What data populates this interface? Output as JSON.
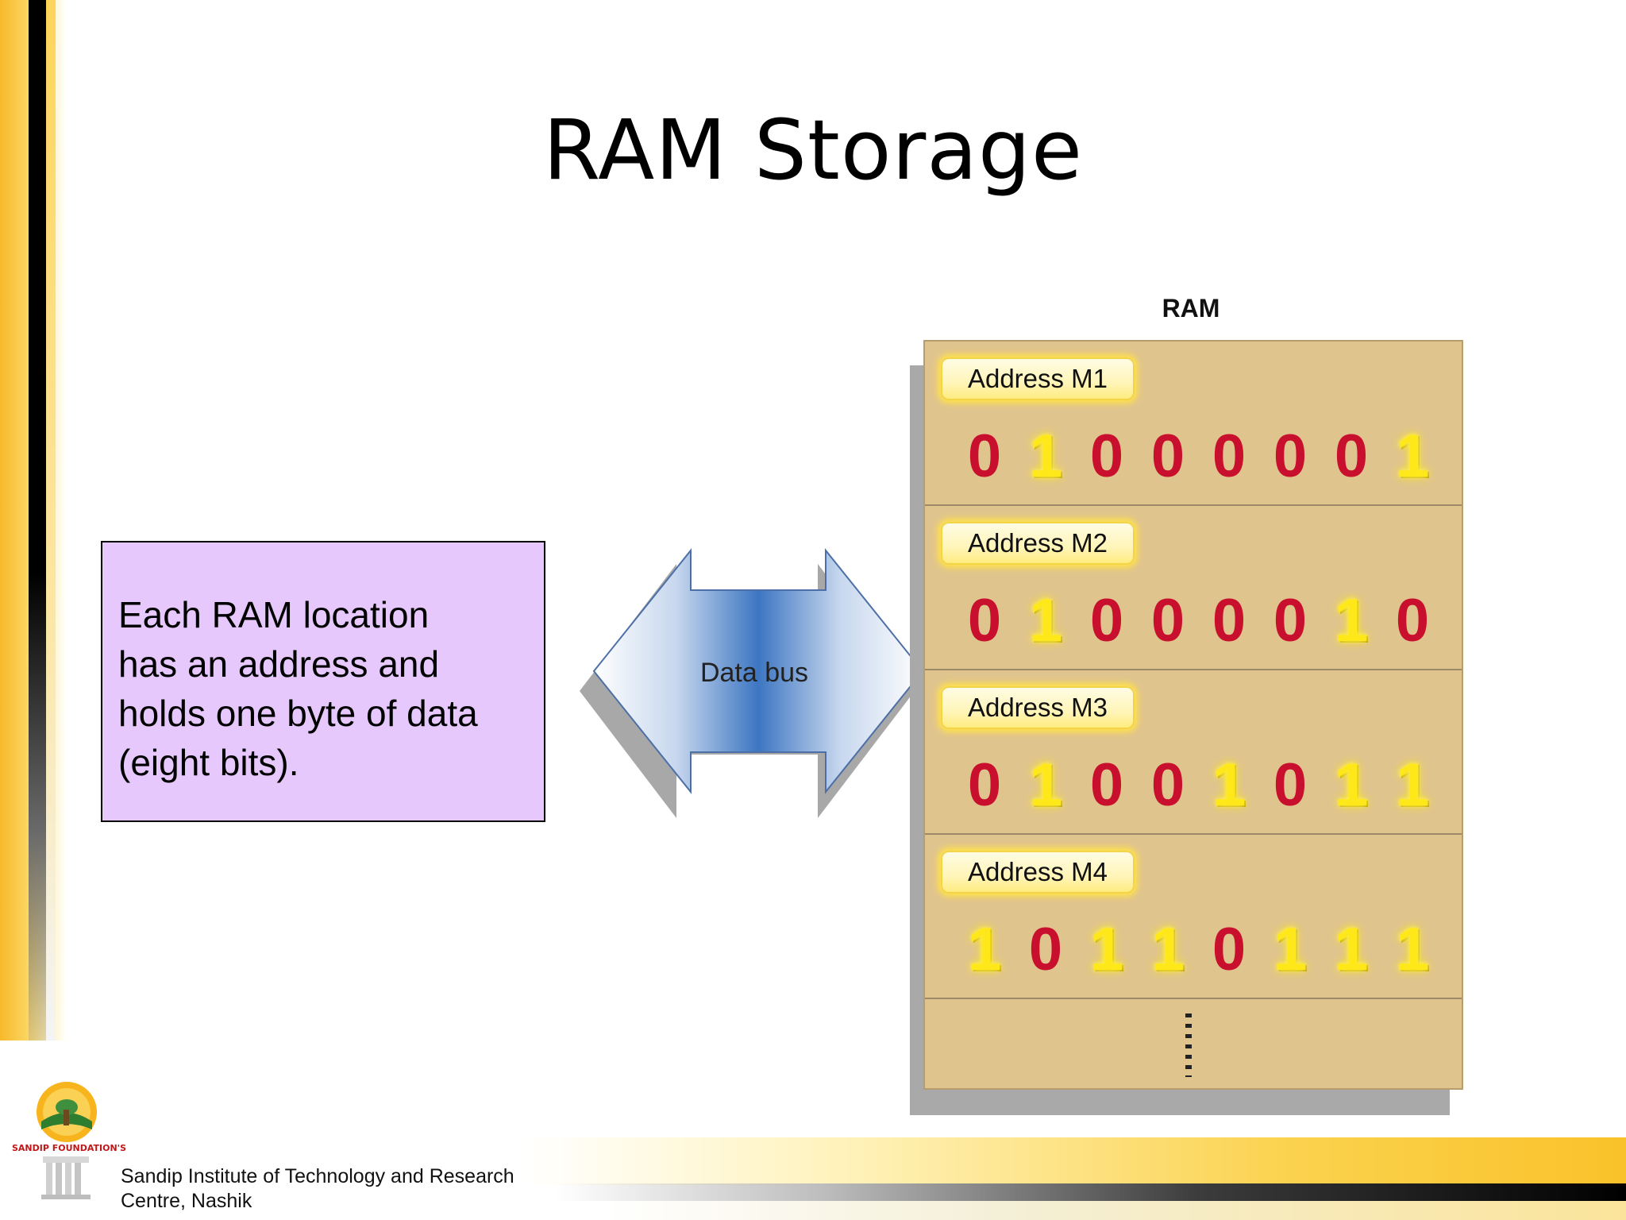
{
  "slide": {
    "title": "RAM Storage",
    "description": "Each RAM location has an address and holds one byte of data (eight bits).",
    "bus_label": "Data bus",
    "ram_label": "RAM",
    "cells": [
      {
        "address": "Address M1",
        "bits": [
          "0",
          "1",
          "0",
          "0",
          "0",
          "0",
          "0",
          "1"
        ]
      },
      {
        "address": "Address M2",
        "bits": [
          "0",
          "1",
          "0",
          "0",
          "0",
          "0",
          "1",
          "0"
        ]
      },
      {
        "address": "Address M3",
        "bits": [
          "0",
          "1",
          "0",
          "0",
          "1",
          "0",
          "1",
          "1"
        ]
      },
      {
        "address": "Address M4",
        "bits": [
          "1",
          "0",
          "1",
          "1",
          "0",
          "1",
          "1",
          "1"
        ]
      }
    ]
  },
  "logo": {
    "text": "SANDIP FOUNDATION'S"
  },
  "footer": {
    "line1": "Sandip Institute of Technology and Research",
    "line2": "Centre, Nashik"
  },
  "colors": {
    "accent_yellow": "#f9c22a",
    "textbox_bg": "#e6c8fc",
    "ram_bg": "#e0c48e",
    "bit_zero": "#c8102e",
    "bit_one": "#ffe81a",
    "bus_blue": "#3d76c2"
  }
}
